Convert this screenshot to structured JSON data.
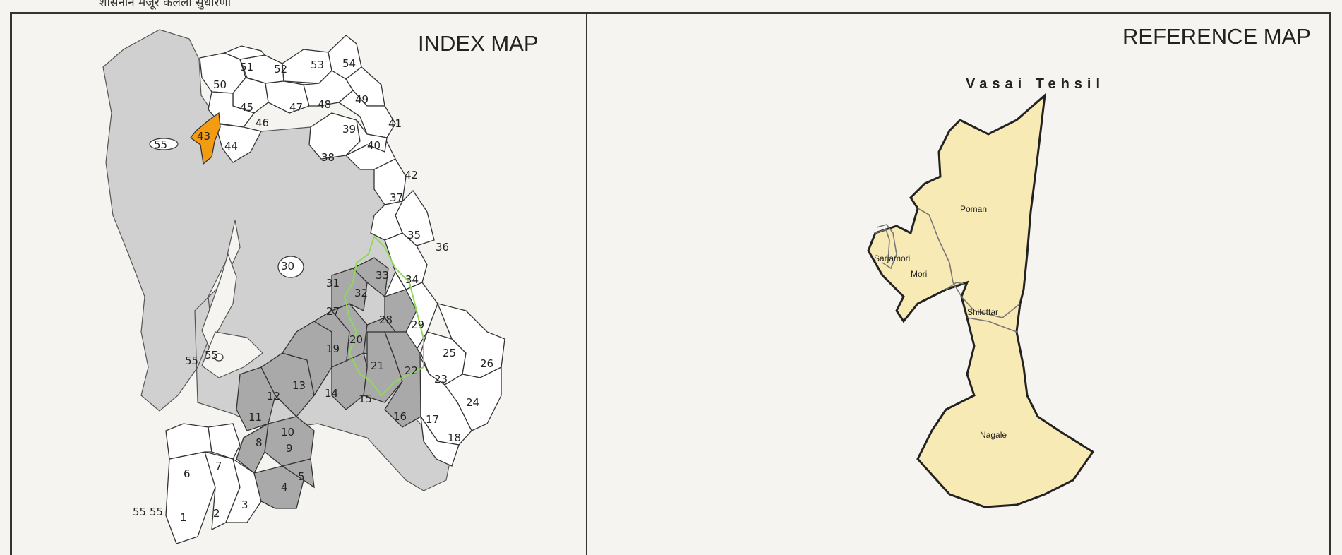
{
  "header": {
    "strip_text": "शासनाने मंजूर केलेली सुधारणा"
  },
  "index_map": {
    "title": "INDEX MAP",
    "highlight_color": "#f39c12",
    "region_color": "#d0d0d0",
    "dark_region_color": "#a9a9a9",
    "boundary_color": "#8fd85a",
    "labels": [
      "1",
      "2",
      "3",
      "4",
      "5",
      "6",
      "7",
      "8",
      "9",
      "10",
      "11",
      "12",
      "13",
      "14",
      "15",
      "16",
      "17",
      "18",
      "19",
      "20",
      "21",
      "22",
      "23",
      "24",
      "25",
      "26",
      "27",
      "28",
      "29",
      "30",
      "31",
      "32",
      "33",
      "34",
      "35",
      "36",
      "37",
      "38",
      "39",
      "40",
      "41",
      "42",
      "43",
      "44",
      "45",
      "46",
      "47",
      "48",
      "49",
      "50",
      "51",
      "52",
      "53",
      "54",
      "55",
      "55",
      "55",
      "55",
      "55",
      "55"
    ]
  },
  "reference_map": {
    "title": "REFERENCE MAP",
    "tehsil": "Vasai Tehsil",
    "fill_color": "#f8eab5",
    "villages": [
      "Poman",
      "Sarjamori",
      "Mori",
      "Shilottar",
      "Nagale"
    ]
  }
}
